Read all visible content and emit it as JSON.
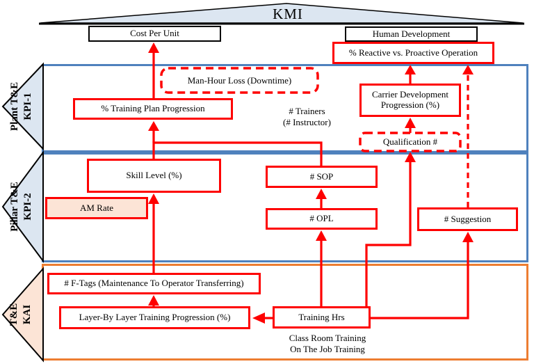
{
  "pyramid": {
    "label": "KMI"
  },
  "top": {
    "cost_per_unit": "Cost Per Unit",
    "human_development": "Human Development",
    "reactive_vs_proactive": "% Reactive vs. Proactive Operation"
  },
  "bands": [
    {
      "id": "plant-te-kpi1",
      "label_line1": "Plant T&E",
      "label_line2": "KPI-1"
    },
    {
      "id": "pillar-te-kpi2",
      "label_line1": "Pillar T&E",
      "label_line2": "KPI-2"
    },
    {
      "id": "te-kai",
      "label_line1": "T&E",
      "label_line2": "KAI"
    }
  ],
  "kpi1": {
    "man_hour_loss": "Man-Hour Loss (Downtime)",
    "training_plan_progression": "% Training Plan Progression",
    "trainers_line1": "# Trainers",
    "trainers_line2": "(# Instructor)",
    "carrier_dev_line1": "Carrier Development",
    "carrier_dev_line2": "Progression (%)",
    "qualification": "Qualification #"
  },
  "kpi2": {
    "skill_level": "Skill Level (%)",
    "am_rate": "AM Rate",
    "sop": "# SOP",
    "opl": "# OPL",
    "suggestion": "# Suggestion"
  },
  "kai": {
    "f_tags": "# F-Tags (Maintenance To Operator Transferring)",
    "layer_by_layer": "Layer-By Layer Training Progression (%)",
    "training_hrs": "Training Hrs",
    "classroom_line1": "Class Room Training",
    "classroom_line2": "On The Job Training"
  },
  "colors": {
    "arrow_red": "#fe0000",
    "band_blue": "#4f81bd",
    "band_orange": "#ed7d31",
    "fill_light_blue": "#dce6f1",
    "fill_peach": "#fce4d6",
    "box_black": "#000000"
  }
}
